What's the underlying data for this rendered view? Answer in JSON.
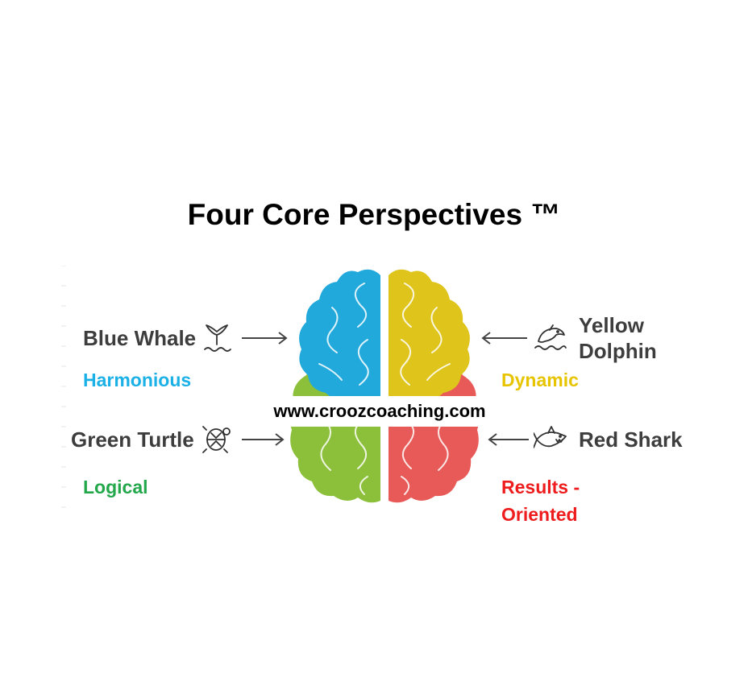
{
  "title": "Four Core Perspectives ™",
  "url": "www.croozcoaching.com",
  "perspectives": [
    {
      "name": "Blue Whale",
      "trait": "Harmonious",
      "color": "#1bb1e7",
      "icon": "whale-tail-icon"
    },
    {
      "name_line1": "Yellow",
      "name_line2": "Dolphin",
      "trait": "Dynamic",
      "color": "#e7c400",
      "icon": "dolphin-icon"
    },
    {
      "name": "Green Turtle",
      "trait": "Logical",
      "color": "#22a84a",
      "icon": "turtle-icon"
    },
    {
      "name": "Red Shark",
      "trait_line1": "Results -",
      "trait_line2": "Oriented",
      "color": "#ee1c1c",
      "icon": "shark-icon"
    }
  ],
  "brain_colors": {
    "blue": "#21a9db",
    "yellow": "#dfc41c",
    "green": "#8cbf3a",
    "red": "#e85a57"
  }
}
